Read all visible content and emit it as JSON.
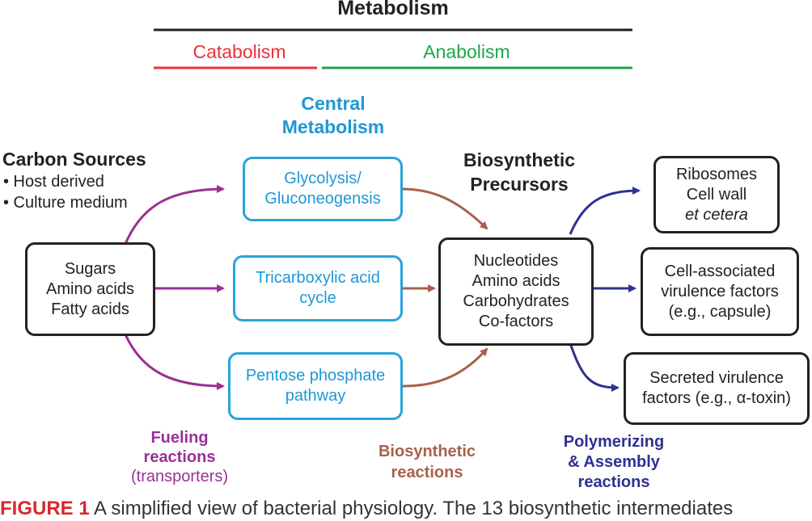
{
  "header": {
    "metabolism": "Metabolism",
    "catabolism": "Catabolism",
    "anabolism": "Anabolism"
  },
  "colors": {
    "catabolism": "#e8323c",
    "anabolism": "#1fa64a",
    "central": "#1e98d4",
    "fueling": "#9c2f96",
    "biosynthetic": "#a8614a",
    "polymerizing": "#2e3192",
    "black": "#222222"
  },
  "central_metabolism": {
    "line1": "Central",
    "line2": "Metabolism"
  },
  "carbon_sources": {
    "title": "Carbon Sources",
    "bullets": [
      "• Host derived",
      "• Culture medium"
    ]
  },
  "sources_box": [
    "Sugars",
    "Amino acids",
    "Fatty acids"
  ],
  "pathways": {
    "glycolysis": [
      "Glycolysis/",
      "Gluconeogensis"
    ],
    "tca": [
      "Tricarboxylic acid",
      "cycle"
    ],
    "pentose": [
      "Pentose phosphate",
      "pathway"
    ]
  },
  "precursors": {
    "title": [
      "Biosynthetic",
      "Precursors"
    ],
    "box": [
      "Nucleotides",
      "Amino acids",
      "Carbohydrates",
      "Co-factors"
    ]
  },
  "outputs": {
    "ribosomes": [
      "Ribosomes",
      "Cell wall",
      "et cetera"
    ],
    "cell_associated": [
      "Cell-associated",
      "virulence factors",
      "(e.g., capsule)"
    ],
    "secreted": [
      "Secreted virulence",
      "factors (e.g., α-toxin)"
    ]
  },
  "reaction_labels": {
    "fueling": [
      "Fueling",
      "reactions",
      "(transporters)"
    ],
    "biosynthetic": [
      "Biosynthetic",
      "reactions"
    ],
    "polymerizing": [
      "Polymerizing",
      "& Assembly",
      "reactions"
    ]
  },
  "caption": {
    "label": "FIGURE 1",
    "text": "A simplified view of bacterial physiology. The 13 biosynthetic intermediates"
  }
}
